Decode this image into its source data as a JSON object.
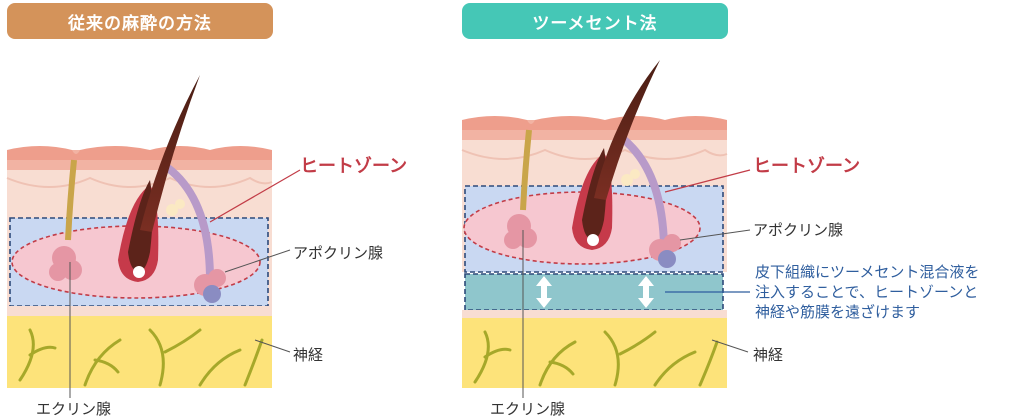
{
  "left_panel": {
    "title": "従来の麻酔の方法",
    "title_color": "#d4935a",
    "labels": {
      "heat_zone": "ヒートゾーン",
      "apocrine": "アポクリン腺",
      "nerve": "神経",
      "eccrine": "エクリン腺"
    }
  },
  "right_panel": {
    "title": "ツーメセント法",
    "title_color": "#45c7b6",
    "labels": {
      "heat_zone": "ヒートゾーン",
      "apocrine": "アポクリン腺",
      "nerve": "神経",
      "eccrine": "エクリン腺"
    },
    "note_lines": [
      "皮下組織にツーメセント混合液を",
      "注入することで、ヒートゾーンと",
      "神経や筋膜を遠ざけます"
    ]
  },
  "colors": {
    "heat_zone_text": "#c23c47",
    "note_text": "#2f5e9e",
    "skin_top": "#f2b3a3",
    "dermis": "#f8ddd2",
    "fat_layer": "#fde37a",
    "blue_zone": "#c9d8f2",
    "tumescent_layer": "#8fc6cc"
  }
}
